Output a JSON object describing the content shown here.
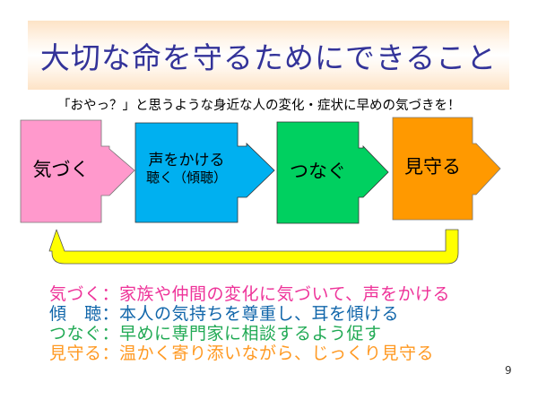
{
  "slide": {
    "title": "大切な命を守るためにできること",
    "subtitle": "「おやっ？」と思うような身近な人の変化・症状に早めの気づきを！",
    "page_number": "9"
  },
  "steps": [
    {
      "label": "気づく",
      "color": "#ff99cc"
    },
    {
      "label_line1": "声をかける",
      "label_line2": "聴く（傾聴）",
      "color": "#00b0f0"
    },
    {
      "label": "つなぐ",
      "color": "#00d060"
    },
    {
      "label": "見守る",
      "color": "#ff9900"
    }
  ],
  "cycle_arrow_color": "#ffff00",
  "descriptions": [
    {
      "term": "気づく",
      "text": "：家族や仲間の変化に気づいて、声をかける",
      "color": "#ee3399"
    },
    {
      "term": "傾　聴",
      "text": "：本人の気持ちを尊重し、耳を傾ける",
      "color": "#1166aa"
    },
    {
      "term": "つなぐ",
      "text": "：早めに専門家に相談するよう促す",
      "color": "#22aa55"
    },
    {
      "term": "見守る",
      "text": "：温かく寄り添いながら、じっくり見守る",
      "color": "#ff9922"
    }
  ]
}
